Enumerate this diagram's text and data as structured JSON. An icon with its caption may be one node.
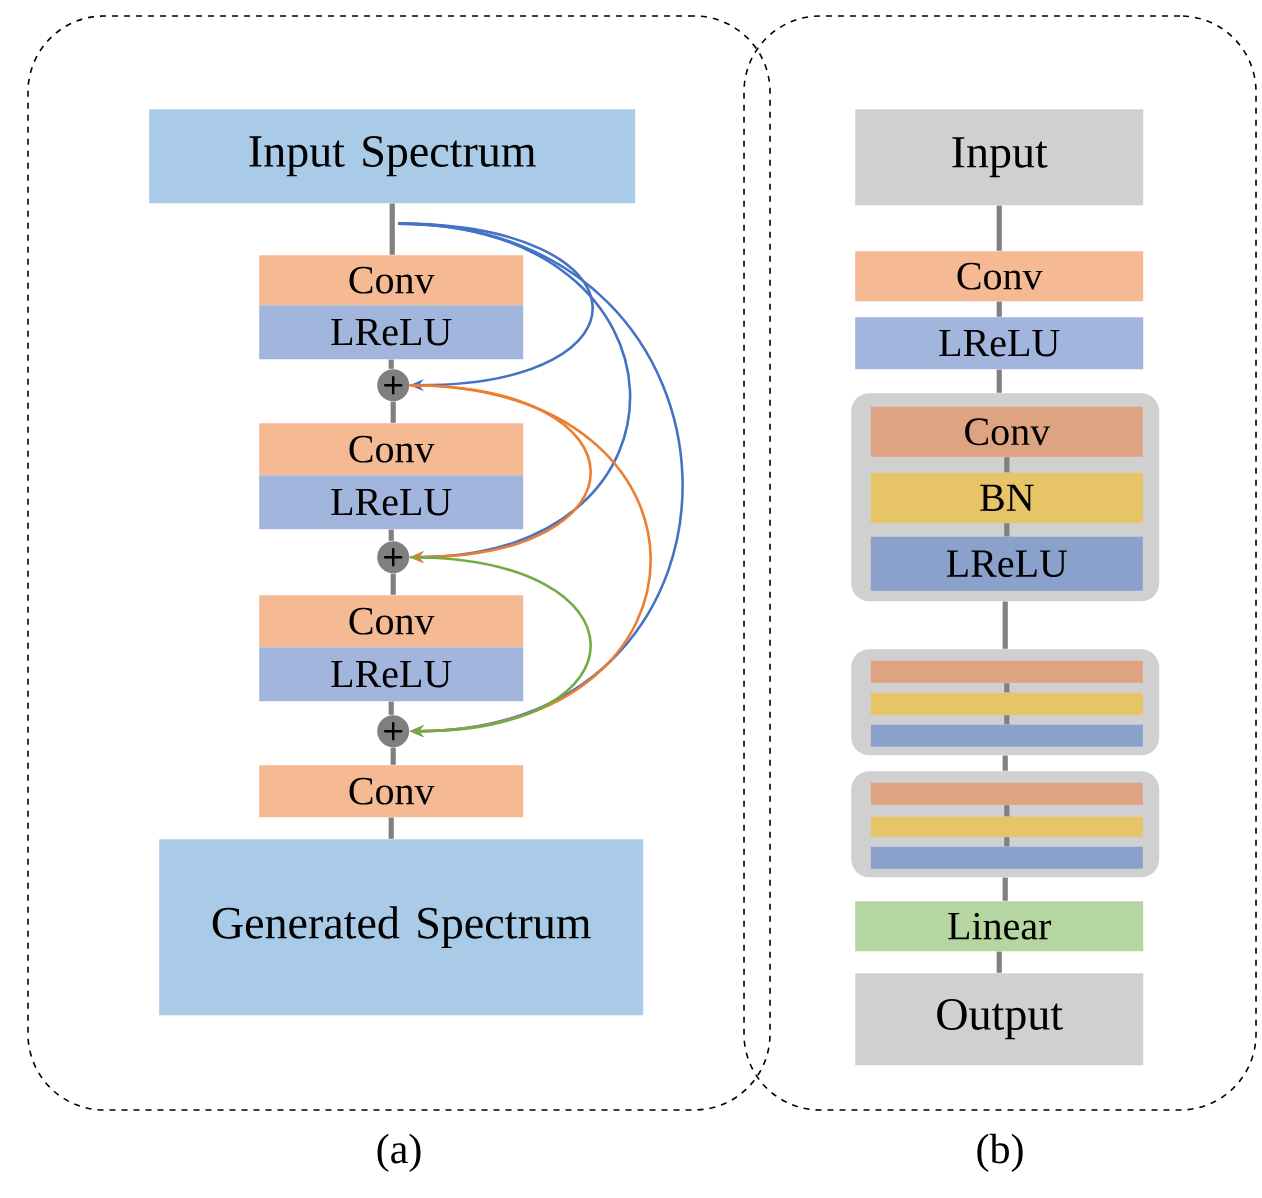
{
  "diagram": {
    "nodes": [
      {
        "text": [],
        "shape": "box",
        "beside": [
          "(a)"
        ]
      },
      {
        "text": [
          "Input Spectrum"
        ],
        "in": 0
      },
      {
        "text": [
          "Conv"
        ],
        "in": 0
      },
      {
        "text": [
          "LReLU"
        ],
        "in": 0
      },
      {
        "text": [],
        "shape": "circle",
        "in": 0
      },
      {
        "text": [
          "Conv"
        ],
        "in": 0
      },
      {
        "text": [
          "LReLU"
        ],
        "in": 0
      },
      {
        "text": [],
        "shape": "circle",
        "in": 0
      },
      {
        "text": [
          "Conv"
        ],
        "in": 0
      },
      {
        "text": [
          "LReLU"
        ],
        "in": 0
      },
      {
        "text": [],
        "shape": "circle",
        "in": 0
      },
      {
        "text": [
          "Conv"
        ],
        "in": 0
      },
      {
        "text": [
          "Generated Spectrum"
        ],
        "in": 0
      },
      {
        "text": [],
        "shape": "box",
        "beside": [
          "(b)"
        ]
      },
      {
        "text": [
          "Input"
        ],
        "in": 13
      },
      {
        "text": [
          "Conv"
        ],
        "in": 13
      },
      {
        "text": [
          "LReLU"
        ],
        "in": 13
      },
      {
        "text": [],
        "shape": "box",
        "in": 13
      },
      {
        "text": [
          "Conv"
        ],
        "in": 17
      },
      {
        "text": [
          "BN"
        ],
        "in": 17
      },
      {
        "text": [
          "LReLU"
        ],
        "in": 17
      },
      {
        "text": [],
        "shape": "box",
        "in": 13
      },
      {
        "text": [],
        "shape": "bar",
        "in": 21
      },
      {
        "text": [],
        "shape": "bar",
        "in": 21
      },
      {
        "text": [],
        "shape": "bar",
        "in": 21
      },
      {
        "text": [],
        "shape": "box",
        "in": 13
      },
      {
        "text": [],
        "shape": "bar",
        "in": 25
      },
      {
        "text": [],
        "shape": "bar",
        "in": 25
      },
      {
        "text": [],
        "shape": "bar",
        "in": 25
      },
      {
        "text": [
          "Linear"
        ],
        "in": 13
      },
      {
        "text": [
          "Output"
        ],
        "in": 13
      }
    ],
    "edges": [
      {
        "from": 1,
        "to": 2,
        "arrow": "none"
      },
      {
        "from": 3,
        "to": 4,
        "arrow": "none"
      },
      {
        "from": 4,
        "to": 5,
        "arrow": "none"
      },
      {
        "from": 6,
        "to": 7,
        "arrow": "none"
      },
      {
        "from": 7,
        "to": 8,
        "arrow": "none"
      },
      {
        "from": 9,
        "to": 10,
        "arrow": "none"
      },
      {
        "from": 10,
        "to": 11,
        "arrow": "none"
      },
      {
        "from": 11,
        "to": 12,
        "arrow": "none"
      },
      {
        "from": 1,
        "to": 4,
        "arrow": "to",
        "color": "#4472c4"
      },
      {
        "from": 1,
        "to": 7,
        "arrow": "to",
        "color": "#4472c4"
      },
      {
        "from": 1,
        "to": 10,
        "arrow": "to",
        "color": "#4472c4"
      },
      {
        "from": 4,
        "to": 7,
        "arrow": "to",
        "color": "#ed7d31"
      },
      {
        "from": 4,
        "to": 10,
        "arrow": "to",
        "color": "#ed7d31"
      },
      {
        "from": 7,
        "to": 10,
        "arrow": "to",
        "color": "#70ad47"
      },
      {
        "from": 14,
        "to": 15,
        "arrow": "none"
      },
      {
        "from": 15,
        "to": 16,
        "arrow": "none"
      },
      {
        "from": 16,
        "to": 17,
        "arrow": "none"
      },
      {
        "from": 18,
        "to": 19,
        "arrow": "none"
      },
      {
        "from": 19,
        "to": 20,
        "arrow": "none"
      },
      {
        "from": 17,
        "to": 21,
        "arrow": "none"
      },
      {
        "from": 22,
        "to": 23,
        "arrow": "none"
      },
      {
        "from": 23,
        "to": 24,
        "arrow": "none"
      },
      {
        "from": 21,
        "to": 25,
        "arrow": "none"
      },
      {
        "from": 26,
        "to": 27,
        "arrow": "none"
      },
      {
        "from": 27,
        "to": 28,
        "arrow": "none"
      },
      {
        "from": 25,
        "to": 29,
        "arrow": "none"
      },
      {
        "from": 29,
        "to": 30,
        "arrow": "none"
      }
    ]
  }
}
